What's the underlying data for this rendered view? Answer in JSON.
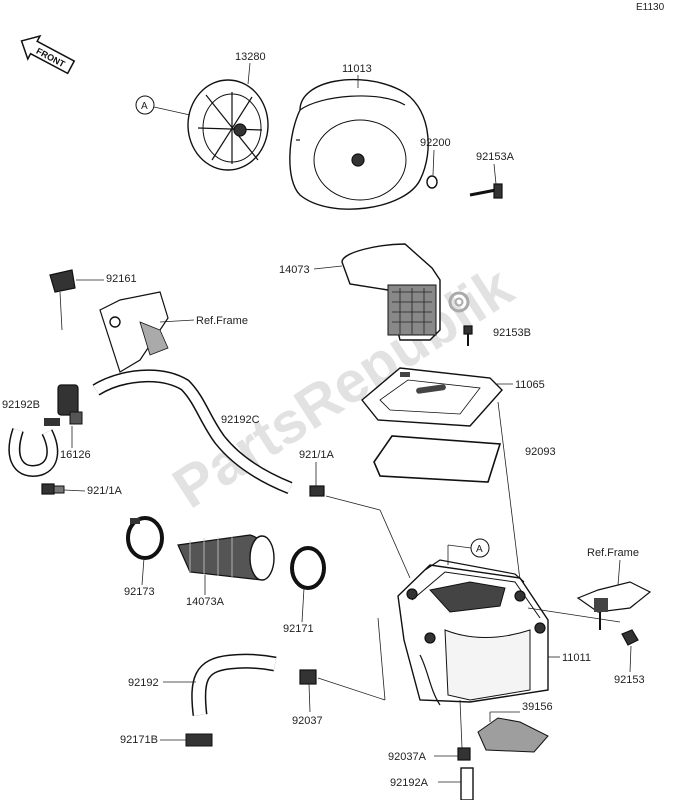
{
  "diagram_code": "E1130",
  "watermark": "PartsRepublik",
  "front_arrow_text": "FRONT",
  "ref_label": "A",
  "parts": {
    "p13280": "13280",
    "p11013": "11013",
    "p92200": "92200",
    "p92153A": "92153A",
    "p14073": "14073",
    "p92161": "92161",
    "ref_frame_1": "Ref.Frame",
    "p92153B": "92153B",
    "p11065": "11065",
    "p92192B": "92192B",
    "p92192C": "92192C",
    "p16126": "16126",
    "p9211A_1": "921/1A",
    "p9211A_2": "921/1A",
    "p92093": "92093",
    "ref_frame_2": "Ref.Frame",
    "p92173": "92173",
    "p14073A": "14073A",
    "p92171": "92171",
    "p11011": "11011",
    "p92153": "92153",
    "p92192": "92192",
    "p92037": "92037",
    "p39156": "39156",
    "p92171B": "92171B",
    "p92037A": "92037A",
    "p92192A": "92192A"
  }
}
